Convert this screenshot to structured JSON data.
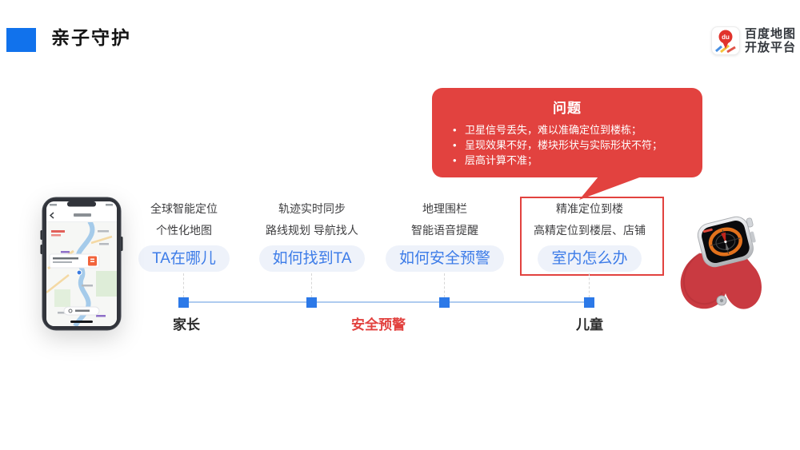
{
  "slide": {
    "title": "亲子守护"
  },
  "logo": {
    "badge_text": "du",
    "name_line1": "百度地图",
    "name_line2": "开放平台"
  },
  "problem_bubble": {
    "title": "问题",
    "bullets": [
      "卫星信号丢失，难以准确定位到楼栋；",
      "呈现效果不好，楼块形状与实际形状不符；",
      "层高计算不准；"
    ]
  },
  "columns": [
    {
      "line1": "全球智能定位",
      "line2": "个性化地图",
      "pill": "TA在哪儿",
      "highlighted": false
    },
    {
      "line1": "轨迹实时同步",
      "line2": "路线规划 导航找人",
      "pill": "如何找到TA",
      "highlighted": false
    },
    {
      "line1": "地理围栏",
      "line2": "智能语音提醒",
      "pill": "如何安全预警",
      "highlighted": false
    },
    {
      "line1": "精准定位到楼",
      "line2": "高精定位到楼层、店铺",
      "pill": "室内怎么办",
      "highlighted": true
    }
  ],
  "timeline": {
    "left_label": "家长",
    "center_label": "安全预警",
    "right_label": "儿童"
  },
  "colors": {
    "accent_blue": "#1172EC",
    "node_blue": "#2C79E8",
    "pill_bg": "#EEF2FA",
    "pill_text": "#3D7CE8",
    "alert_red": "#E2423F"
  }
}
